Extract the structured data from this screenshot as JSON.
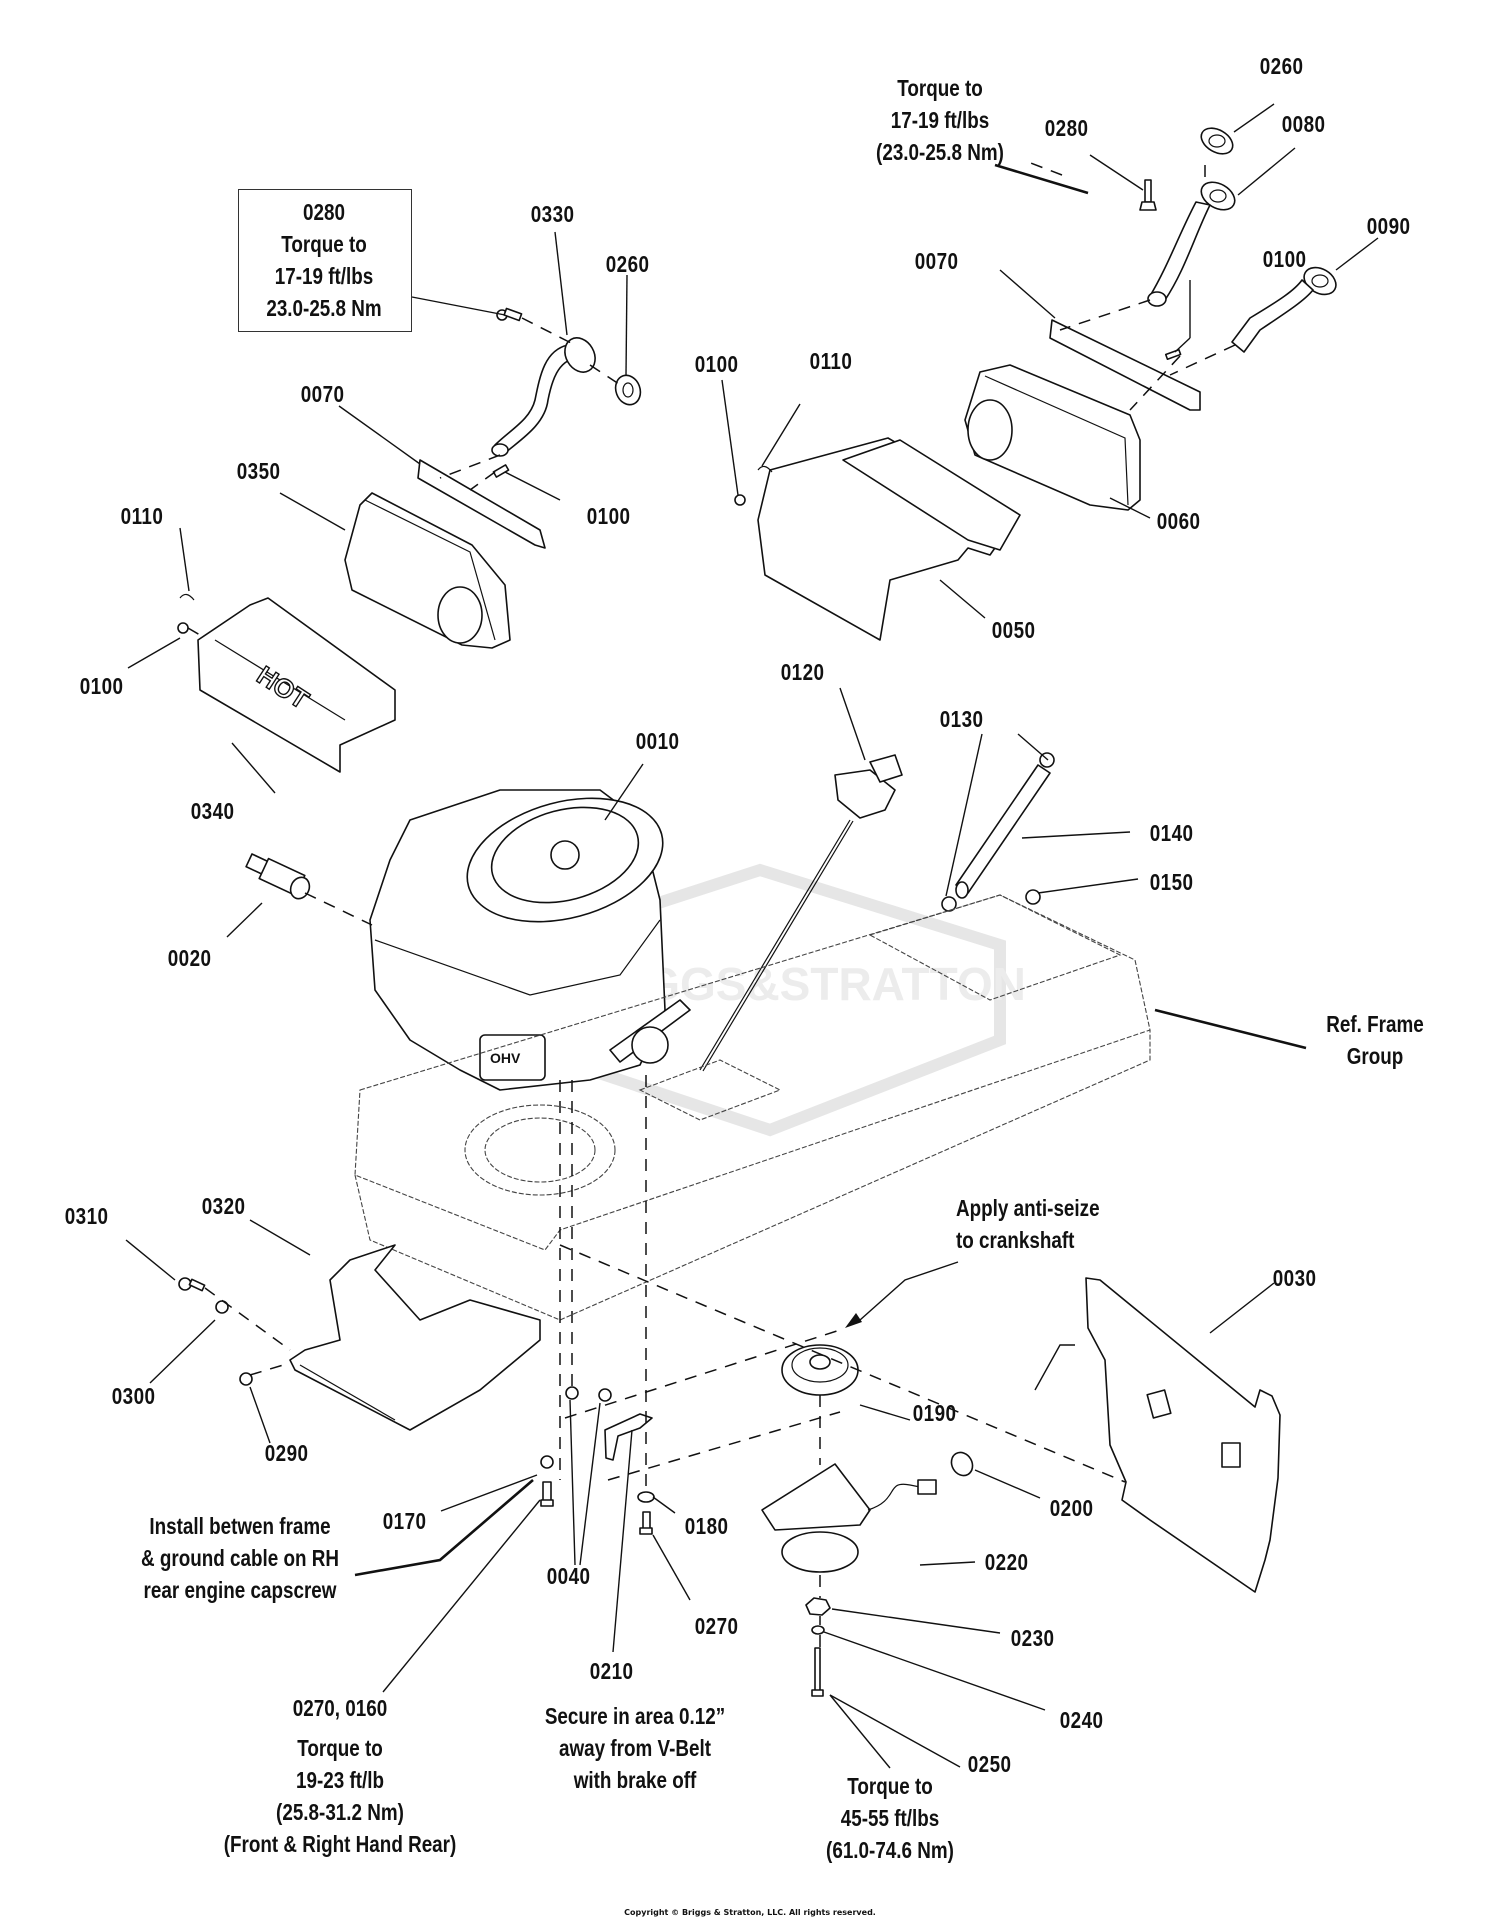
{
  "diagram": {
    "title": "Engine & Frame Parts Diagram",
    "watermark": "BRIGGS & STRATTON",
    "copyright": "Copyright © Briggs & Stratton, LLC. All rights reserved.",
    "boxed_note": {
      "part": "0280",
      "lines": [
        "Torque to",
        "17-19 ft/lbs",
        "23.0-25.8 Nm"
      ]
    },
    "notes": {
      "top_torque": [
        "Torque to",
        "17-19 ft/lbs",
        "(23.0-25.8 Nm)"
      ],
      "ref_frame": [
        "Ref. Frame",
        "Group"
      ],
      "anti_seize": [
        "Apply anti-seize",
        "to crankshaft"
      ],
      "install_between": [
        "Install betwen frame",
        "& ground cable on RH",
        "rear engine capscrew"
      ],
      "capscrew_parts": "0270, 0160",
      "capscrew_torque": [
        "Torque to",
        "19-23 ft/lb",
        "(25.8-31.2 Nm)",
        "(Front & Right Hand Rear)"
      ],
      "secure_area": [
        "Secure in area 0.12”",
        "away from V-Belt",
        "with brake off"
      ],
      "clutch_torque": [
        "Torque to",
        "45-55 ft/lbs",
        "(61.0-74.6 Nm)"
      ]
    },
    "callouts": [
      {
        "id": "c0260a",
        "label": "0260"
      },
      {
        "id": "c0080",
        "label": "0080"
      },
      {
        "id": "c0280a",
        "label": "0280"
      },
      {
        "id": "c0090",
        "label": "0090"
      },
      {
        "id": "c0070a",
        "label": "0070"
      },
      {
        "id": "c0100a",
        "label": "0100"
      },
      {
        "id": "c0330",
        "label": "0330"
      },
      {
        "id": "c0260b",
        "label": "0260"
      },
      {
        "id": "c0070b",
        "label": "0070"
      },
      {
        "id": "c0350",
        "label": "0350"
      },
      {
        "id": "c0100b",
        "label": "0100"
      },
      {
        "id": "c0100c",
        "label": "0100"
      },
      {
        "id": "c0110a",
        "label": "0110"
      },
      {
        "id": "c0060",
        "label": "0060"
      },
      {
        "id": "c0050",
        "label": "0050"
      },
      {
        "id": "c0110b",
        "label": "0110"
      },
      {
        "id": "c0100d",
        "label": "0100"
      },
      {
        "id": "c0340",
        "label": "0340"
      },
      {
        "id": "c0120",
        "label": "0120"
      },
      {
        "id": "c0130",
        "label": "0130"
      },
      {
        "id": "c0140",
        "label": "0140"
      },
      {
        "id": "c0150",
        "label": "0150"
      },
      {
        "id": "c0010",
        "label": "0010"
      },
      {
        "id": "c0020",
        "label": "0020"
      },
      {
        "id": "c0320",
        "label": "0320"
      },
      {
        "id": "c0310",
        "label": "0310"
      },
      {
        "id": "c0300",
        "label": "0300"
      },
      {
        "id": "c0290",
        "label": "0290"
      },
      {
        "id": "c0030",
        "label": "0030"
      },
      {
        "id": "c0190",
        "label": "0190"
      },
      {
        "id": "c0200",
        "label": "0200"
      },
      {
        "id": "c0170",
        "label": "0170"
      },
      {
        "id": "c0180",
        "label": "0180"
      },
      {
        "id": "c0040",
        "label": "0040"
      },
      {
        "id": "c0270",
        "label": "0270"
      },
      {
        "id": "c0210",
        "label": "0210"
      },
      {
        "id": "c0220",
        "label": "0220"
      },
      {
        "id": "c0230",
        "label": "0230"
      },
      {
        "id": "c0240",
        "label": "0240"
      },
      {
        "id": "c0250",
        "label": "0250"
      }
    ]
  }
}
